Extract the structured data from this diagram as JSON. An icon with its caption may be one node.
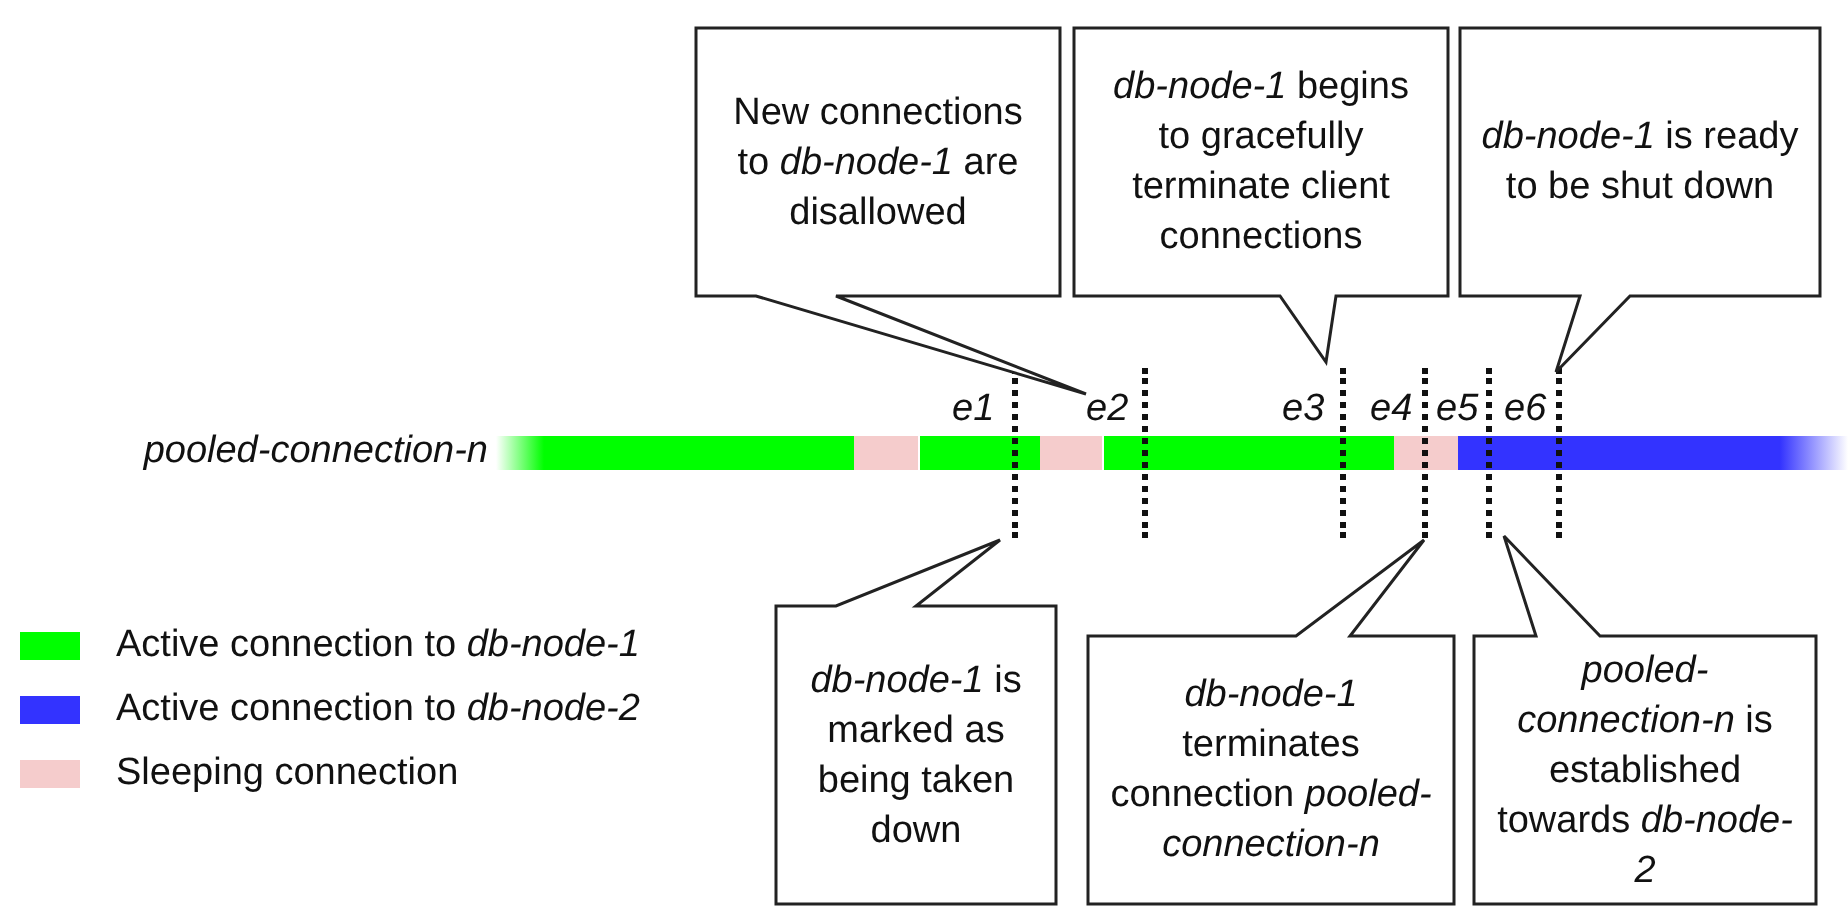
{
  "diagram": {
    "nodes": [
      {
        "text": [
          "New connections to *db-node-1* are disallowed"
        ]
      },
      {
        "text": [
          "*db-node-1* begins to gracefully terminate client connections"
        ]
      },
      {
        "text": [
          "*db-node-1* is ready to be shut down"
        ]
      },
      {
        "text": [
          "*db-node-1* is marked as being taken down"
        ]
      },
      {
        "text": [
          "*db-node-1* terminates connection *pooled-connection-n*"
        ]
      },
      {
        "text": [
          "*pooled-connection-n* is established towards *db-node-2*"
        ]
      }
    ],
    "labels": [
      "e1",
      "e2",
      "e3",
      "e4",
      "e5",
      "e6",
      "pooled-connection-n"
    ],
    "legend": [
      {
        "text": "Active connection to *db-node-1*",
        "color": "#00ff00"
      },
      {
        "text": "Active connection to *db-node-2*",
        "color": "#3333ff"
      },
      {
        "text": "Sleeping connection",
        "color": "#f5cccc"
      }
    ]
  }
}
